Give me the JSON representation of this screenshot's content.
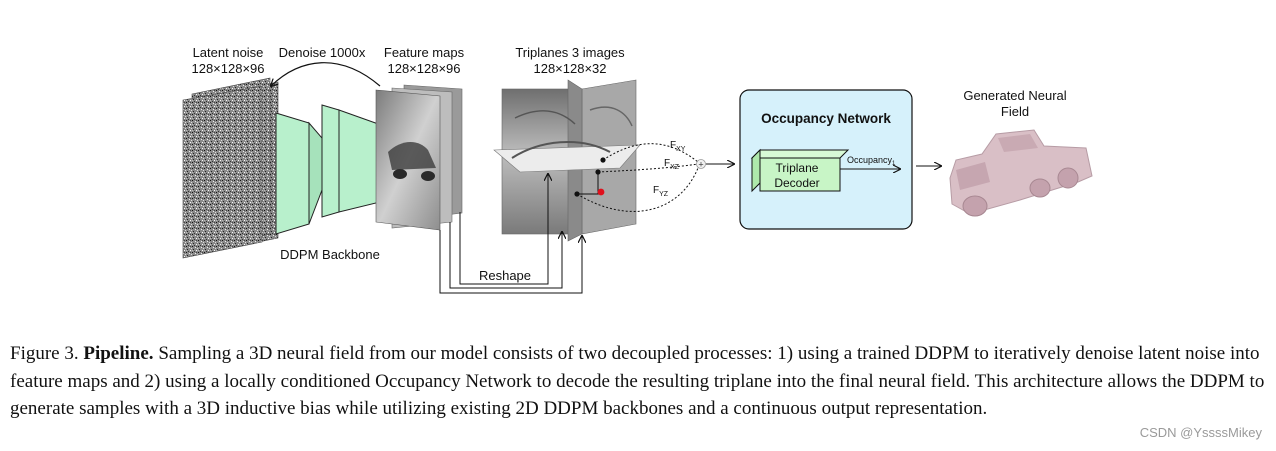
{
  "figure": {
    "latent_noise_label": "Latent noise",
    "latent_noise_dims": "128×128×96",
    "denoise_label": "Denoise 1000x",
    "feature_maps_label": "Feature maps",
    "feature_maps_dims": "128×128×96",
    "triplanes_label": "Triplanes 3 images",
    "triplanes_dims": "128×128×32",
    "backbone_label": "DDPM Backbone",
    "reshape_label": "Reshape",
    "f_xy": "F",
    "f_xy_sub": "XY",
    "f_xz": "F",
    "f_xz_sub": "XZ",
    "f_yz": "F",
    "f_yz_sub": "YZ",
    "plus_symbol": "+",
    "occupancy_network_label": "Occupancy Network",
    "decoder_line1": "Triplane",
    "decoder_line2": "Decoder",
    "occupancy_output": "Occupancy",
    "occupancy_output_sub": "1",
    "generated_field_line1": "Generated Neural",
    "generated_field_line2": "Field",
    "colors": {
      "backbone_fill": "#b8f0cc",
      "occupancy_box_fill": "#d6f1fb",
      "decoder_fill": "#c8f5c6",
      "sample_point": "#e0101c",
      "car_color": "#d9bfc6"
    }
  },
  "caption": {
    "figure_number": "Figure 3.",
    "title": "Pipeline.",
    "text": "Sampling a 3D neural field from our model consists of two decoupled processes: 1) using a trained DDPM to iteratively denoise latent noise into feature maps and 2) using a locally conditioned Occupancy Network to decode the resulting triplane into the final neural field. This architecture allows the DDPM to generate samples with a 3D inductive bias while utilizing existing 2D DDPM backbones and a continuous output representation."
  },
  "watermark": "CSDN @YssssMikey"
}
